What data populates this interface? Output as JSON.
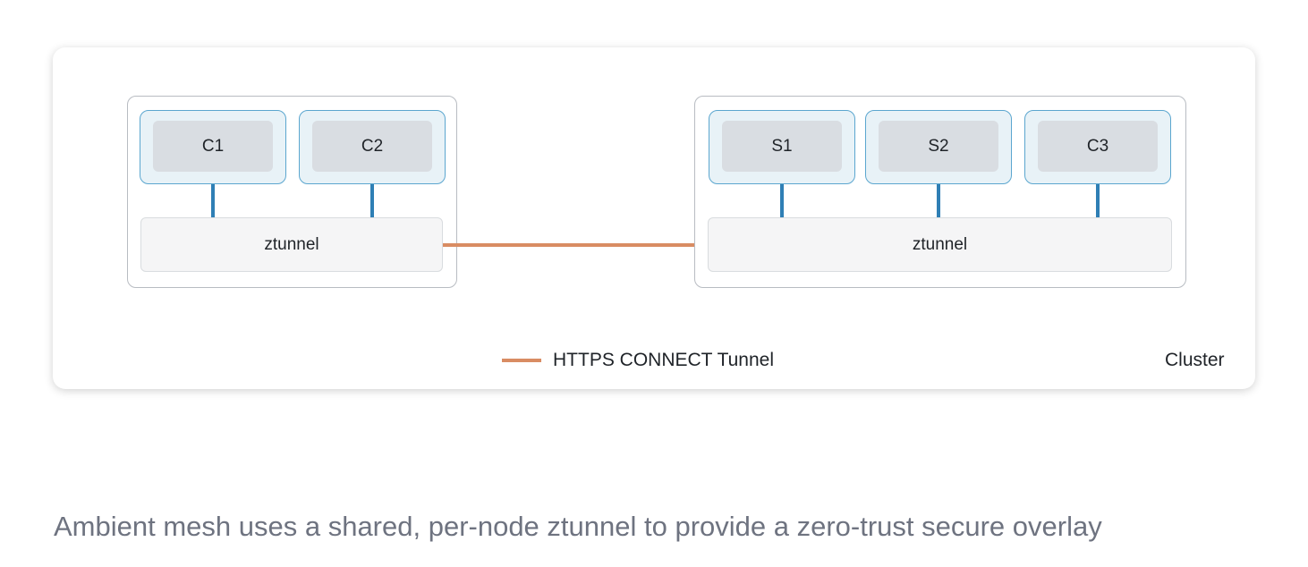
{
  "diagram": {
    "left_node": {
      "pods": [
        {
          "label": "C1"
        },
        {
          "label": "C2"
        }
      ],
      "ztunnel_label": "ztunnel"
    },
    "right_node": {
      "pods": [
        {
          "label": "S1"
        },
        {
          "label": "S2"
        },
        {
          "label": "C3"
        }
      ],
      "ztunnel_label": "ztunnel"
    },
    "legend": {
      "tunnel_label": "HTTPS CONNECT Tunnel"
    },
    "cluster_label": "Cluster",
    "colors": {
      "tunnel": "#d98c63",
      "pod_link": "#2f7fb5",
      "pod_border": "#5ba6cf"
    }
  },
  "caption": "Ambient mesh uses a shared, per-node ztunnel to provide a zero-trust secure overlay"
}
